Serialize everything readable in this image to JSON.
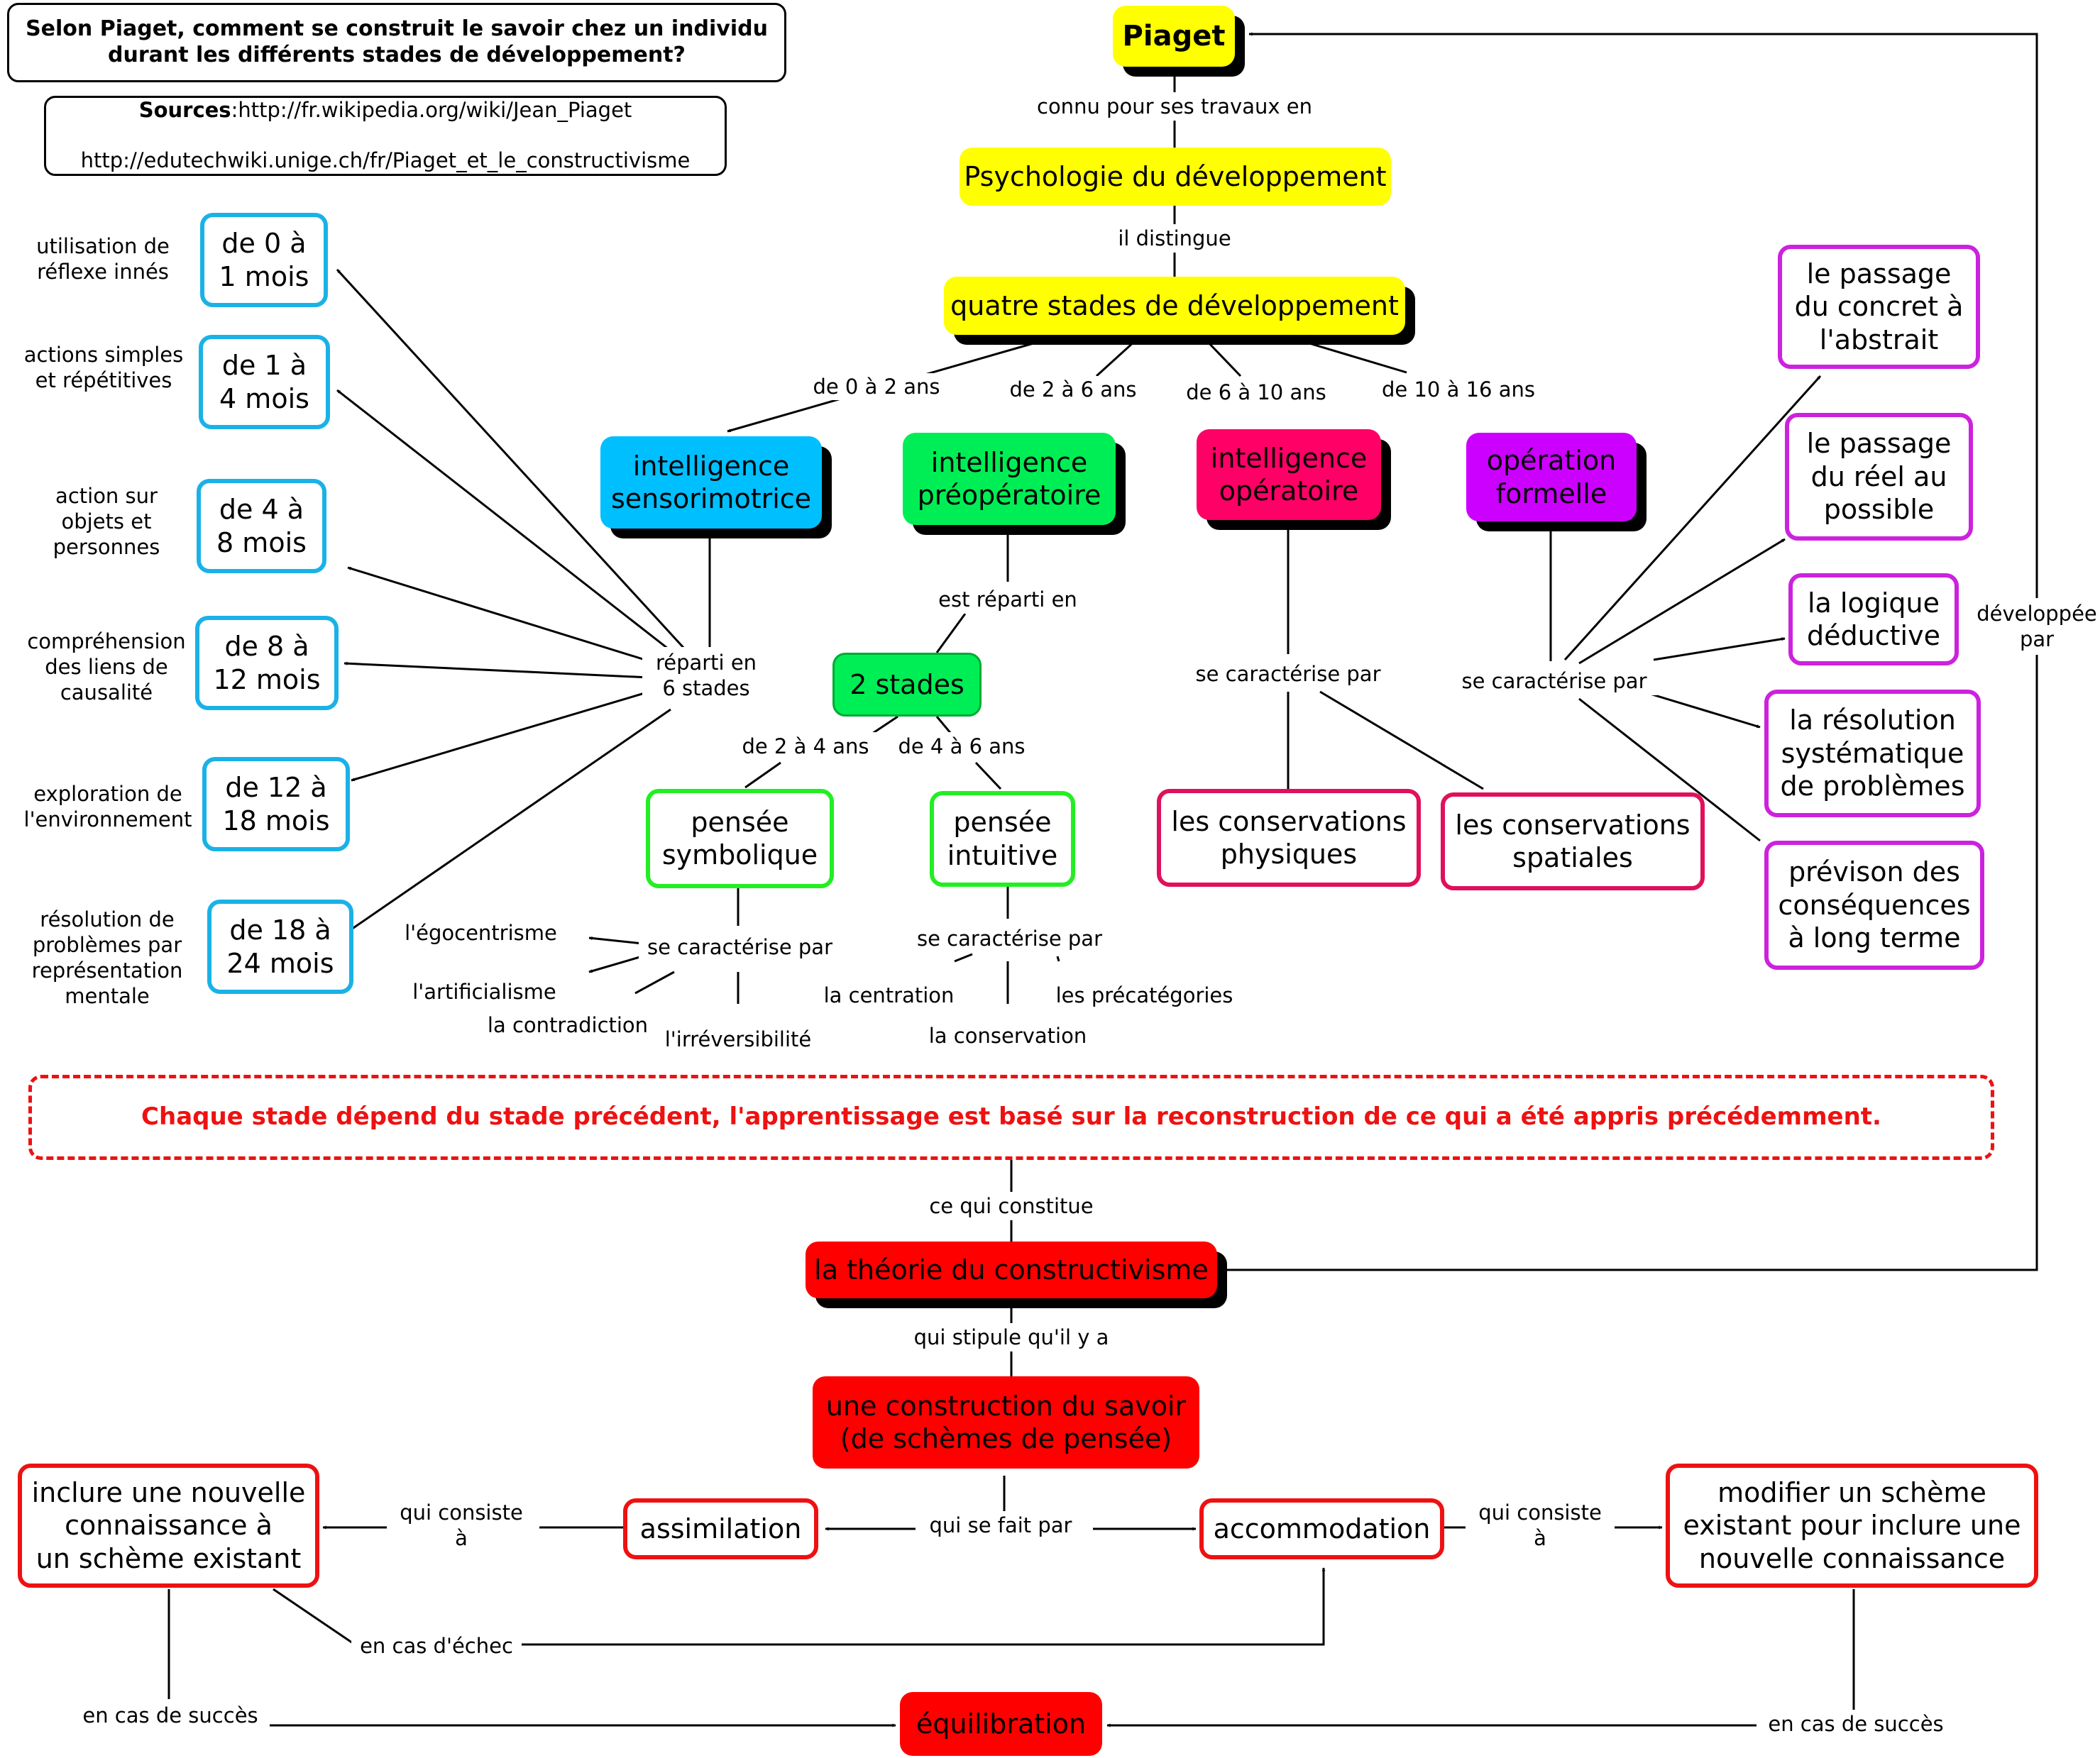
{
  "question": "Selon Piaget, comment se construit le savoir chez un individu\ndurant les différents stades de développement?",
  "sources": {
    "label": "Sources",
    "line1": ":http://fr.wikipedia.org/wiki/Jean_Piaget",
    "line2": "http://edutechwiki.unige.ch/fr/Piaget_et_le_constructivisme"
  },
  "nodes": {
    "piaget": "Piaget",
    "psychologie": "Psychologie du développement",
    "quatre_stades": "quatre stades de développement",
    "sensorimotrice": "intelligence\nsensorimotrice",
    "preoperatoire": "intelligence\npréopératoire",
    "operatoire": "intelligence\nopératoire",
    "formelle": "opération\nformelle",
    "deux_stades": "2 stades",
    "pensee_symbolique": "pensée\nsymbolique",
    "pensee_intuitive": "pensée\nintuitive",
    "cons_physiques": "les conservations\nphysiques",
    "cons_spatiales": "les conservations\nspatiales",
    "passage_concret": "le passage\ndu concret à\nl'abstrait",
    "passage_reel": "le passage\ndu réel au\npossible",
    "logique": "la logique\ndéductive",
    "resolution": "la résolution\nsystématique\nde problèmes",
    "prevision": "prévison des\nconséquences\nà long terme",
    "age_0_1": "de 0 à\n1 mois",
    "age_1_4": "de 1 à\n4 mois",
    "age_4_8": "de 4 à\n8 mois",
    "age_8_12": "de 8 à\n12 mois",
    "age_12_18": "de 12 à\n18 mois",
    "age_18_24": "de 18 à\n24 mois",
    "banner": "Chaque stade dépend du stade précédent, l'apprentissage est basé sur la reconstruction de ce qui a été appris précédemment.",
    "theorie": "la théorie du constructivisme",
    "construction": "une construction du savoir\n(de schèmes de pensée)",
    "assimilation": "assimilation",
    "accommodation": "accommodation",
    "inclure": "inclure une nouvelle\nconnaissance à\nun schème existant",
    "modifier": "modifier un  schème\nexistant pour inclure une\nnouvelle connaissance",
    "equilibration": "équilibration"
  },
  "notes": {
    "n_0_1": "utilisation de\nréflexe innés",
    "n_1_4": "actions simples\net répétitives",
    "n_4_8": "action sur\nobjets et\npersonnes",
    "n_8_12": "compréhension\ndes liens de\ncausalité",
    "n_12_18": "exploration de\nl'environnement",
    "n_18_24": "résolution de\nproblèmes par\nreprésentation\nmentale",
    "egocentrisme": "l'égocentrisme",
    "artificialisme": "l'artificialisme",
    "contradiction": "la contradiction",
    "irreversibilite": "l'irréversibilité",
    "centration": "la centration",
    "conservation": "la conservation",
    "precategories": "les précatégories"
  },
  "links": {
    "connu": "connu pour ses travaux en",
    "distingue": "il distingue",
    "de_0_2": "de 0 à 2 ans",
    "de_2_6": "de 2 à 6 ans",
    "de_6_10": "de 6 à 10 ans",
    "de_10_16": "de 10 à 16 ans",
    "reparti_6": "réparti en\n6 stades",
    "est_reparti": "est réparti en",
    "de_2_4": "de 2 à 4 ans",
    "de_4_6": "de 4 à 6 ans",
    "se_car_sym": "se caractérise par",
    "se_car_int": "se caractérise par",
    "se_car_op": "se caractérise par",
    "se_car_form": "se caractérise par",
    "developpee": "développée\npar",
    "constitue": "ce qui constitue",
    "stipule": "qui stipule qu'il y a",
    "se_fait": "qui se fait par",
    "consiste_left": "qui consiste\nà",
    "consiste_right": "qui consiste\nà",
    "echec": "en cas d'échec",
    "succes_left": "en cas de succès",
    "succes_right": "en cas de succès"
  },
  "colors": {
    "yellow": "#ffff00",
    "cyan": "#00bfff",
    "green": "#00ee55",
    "pink": "#ff0066",
    "purple": "#cc00ff",
    "red": "#ff0000",
    "outline_cyan": "#1ab2e6",
    "outline_green": "#22ee22",
    "outline_pink": "#e0105a",
    "outline_purple": "#cc22dd",
    "outline_red": "#ee1111"
  }
}
